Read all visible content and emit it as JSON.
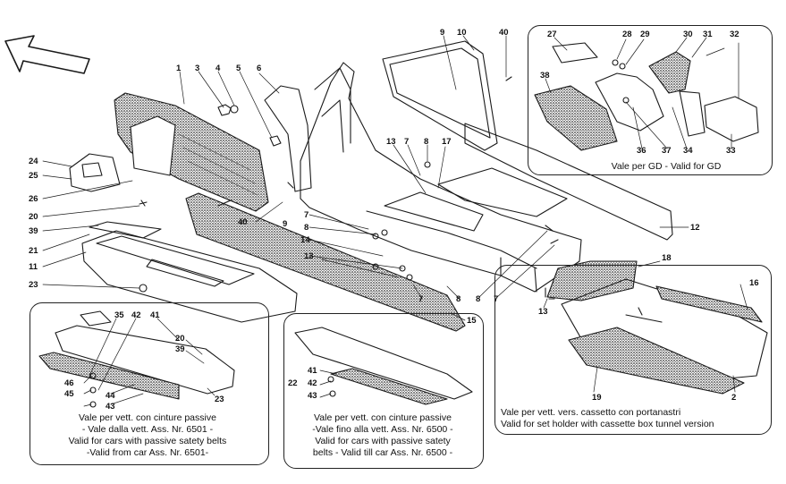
{
  "callouts": [
    "1",
    "2",
    "3",
    "4",
    "5",
    "6",
    "7",
    "8",
    "9",
    "10",
    "11",
    "12",
    "13",
    "14",
    "15",
    "16",
    "17",
    "18",
    "19",
    "20",
    "21",
    "22",
    "23",
    "24",
    "25",
    "26",
    "27",
    "28",
    "29",
    "30",
    "31",
    "32",
    "33",
    "34",
    "35",
    "36",
    "37",
    "38",
    "39",
    "40",
    "41",
    "42",
    "43",
    "44",
    "45",
    "46"
  ],
  "panels": {
    "gd": {
      "caption": "Vale per GD  -  Valid for GD"
    },
    "passive_from": {
      "lines": [
        "Vale per vett. con cinture passive",
        "- Vale dalla vett. Ass. Nr. 6501 -",
        "Valid for cars with passive satety belts",
        "-Valid from car Ass. Nr. 6501-"
      ]
    },
    "passive_till": {
      "lines": [
        "Vale per vett. con cinture passive",
        "-Vale fino alla vett. Ass. Nr. 6500 -",
        "Valid for cars with passive satety",
        "belts - Valid till car Ass. Nr. 6500 -"
      ]
    },
    "cassette": {
      "lines": [
        "Vale per vett. vers. cassetto con portanastri",
        "Valid for set holder with cassette box tunnel version"
      ]
    }
  }
}
